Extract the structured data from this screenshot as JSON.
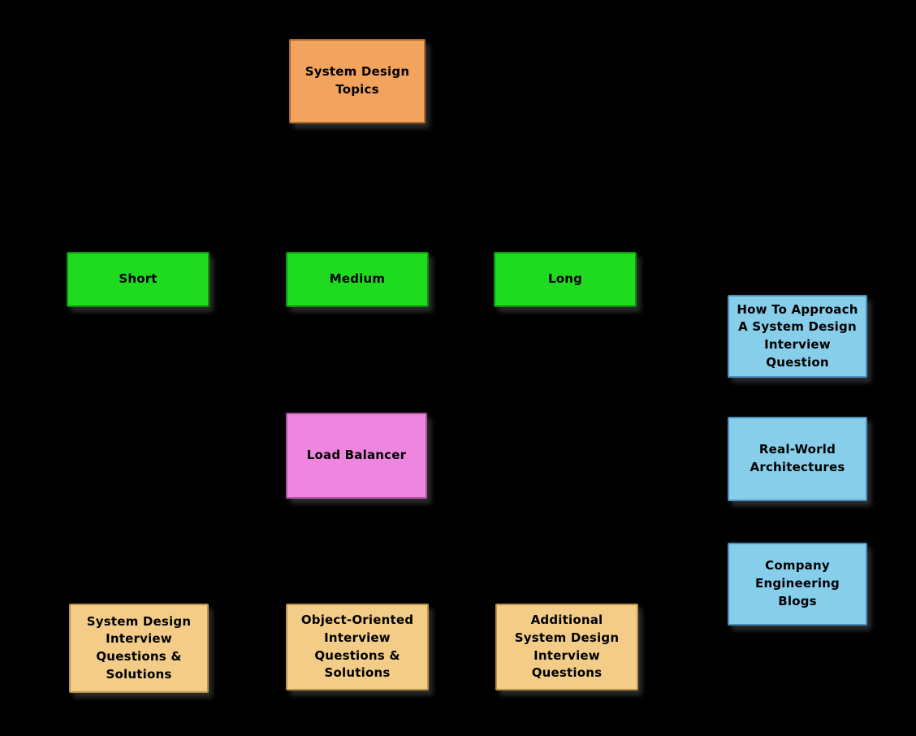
{
  "diagram": {
    "title": "System Design Topics mind map",
    "background": "#000000",
    "palette": {
      "topic_orange": "#F2A45F",
      "duration_green": "#1FDB1F",
      "resource_blue": "#87CEEB",
      "component_pink": "#EE86E0",
      "questions_tan": "#F3CD87",
      "text": "#000000"
    },
    "nodes": [
      {
        "id": "system-design-topics",
        "label": "System Design\nTopics",
        "color": "topic_orange"
      },
      {
        "id": "short",
        "label": "Short",
        "color": "duration_green"
      },
      {
        "id": "medium",
        "label": "Medium",
        "color": "duration_green"
      },
      {
        "id": "long",
        "label": "Long",
        "color": "duration_green"
      },
      {
        "id": "how-to-approach",
        "label": "How To Approach\nA System Design\nInterview\nQuestion",
        "color": "resource_blue"
      },
      {
        "id": "load-balancer",
        "label": "Load Balancer",
        "color": "component_pink"
      },
      {
        "id": "real-world-architectures",
        "label": "Real-World\nArchitectures",
        "color": "resource_blue"
      },
      {
        "id": "company-engineering-blogs",
        "label": "Company\nEngineering\nBlogs",
        "color": "resource_blue"
      },
      {
        "id": "system-design-interview-questions",
        "label": "System Design\nInterview\nQuestions &\nSolutions",
        "color": "questions_tan"
      },
      {
        "id": "object-oriented-interview-questions",
        "label": "Object-Oriented\nInterview\nQuestions &\nSolutions",
        "color": "questions_tan"
      },
      {
        "id": "additional-system-design-interview-questions",
        "label": "Additional\nSystem Design\nInterview\nQuestions",
        "color": "questions_tan"
      }
    ]
  }
}
